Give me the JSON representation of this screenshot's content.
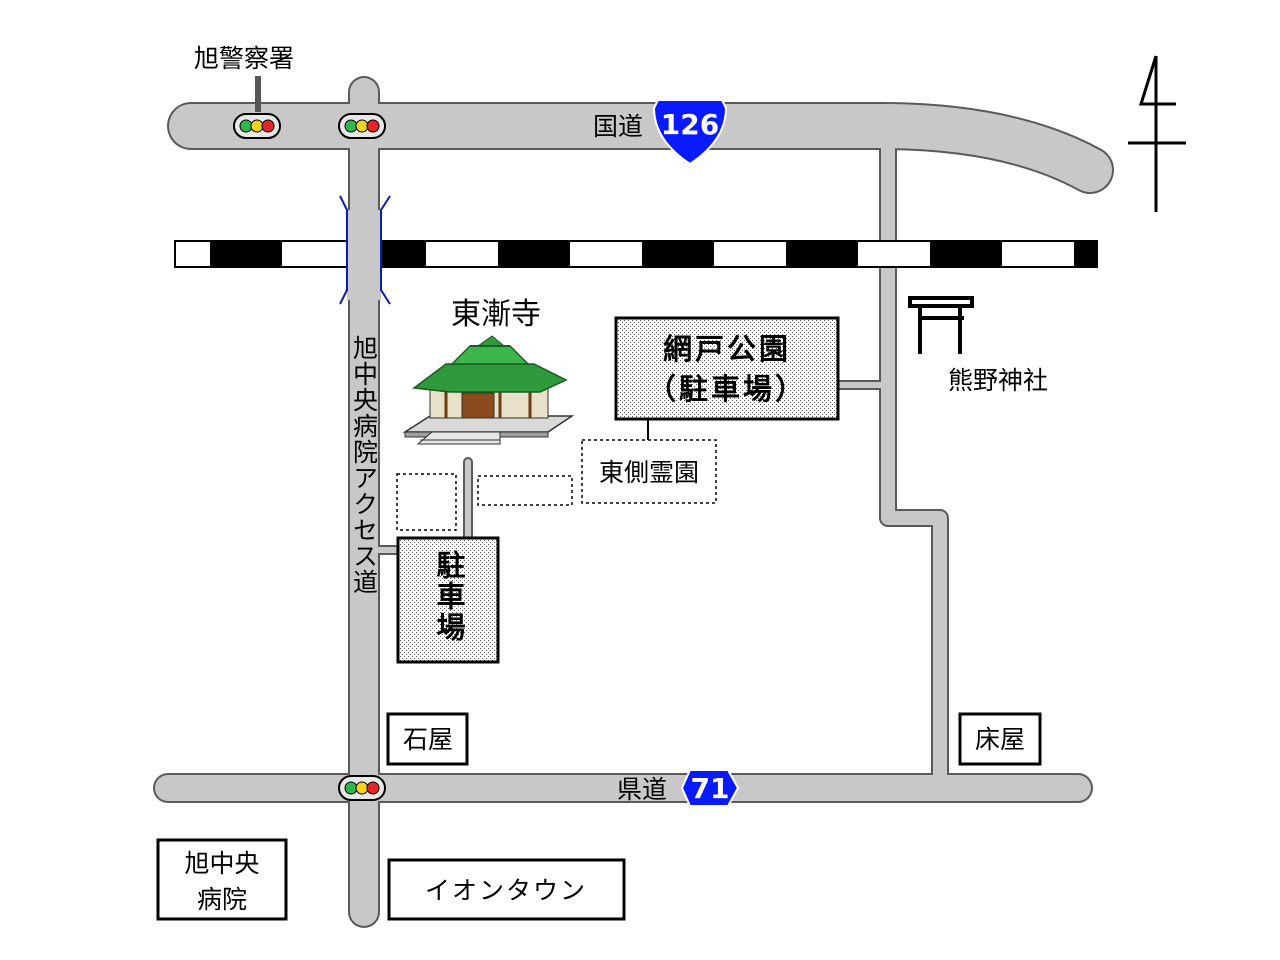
{
  "map": {
    "roads": {
      "national_route": {
        "label": "国道",
        "number": "126"
      },
      "prefectural_route": {
        "label": "県道",
        "number": "71"
      },
      "access_road": {
        "label": "旭中央病院アクセス道"
      }
    },
    "temple": {
      "name": "東漸寺"
    },
    "parking": {
      "label": "駐車場"
    },
    "park": {
      "line1": "網戸公園",
      "line2": "（駐車場）"
    },
    "cemetery": {
      "label": "東側霊園"
    },
    "shrine": {
      "label": "熊野神社"
    },
    "police": {
      "label": "旭警察署"
    },
    "landmarks": {
      "ishiya": "石屋",
      "tokoya": "床屋",
      "hospital_line1": "旭中央",
      "hospital_line2": "病院",
      "aeon": "イオンタウン"
    },
    "colors": {
      "road_fill": "#c8c8c8",
      "road_outline": "#5a5a5a",
      "route_shield": "#0a1aff",
      "roof_green": "#2e9a3c",
      "railway_dark": "#000000"
    },
    "icons": {
      "traffic_signal": "traffic-light-icon",
      "temple": "temple-icon",
      "shrine": "torii-icon",
      "north": "north-arrow-icon",
      "bridge": "overpass-icon"
    }
  }
}
